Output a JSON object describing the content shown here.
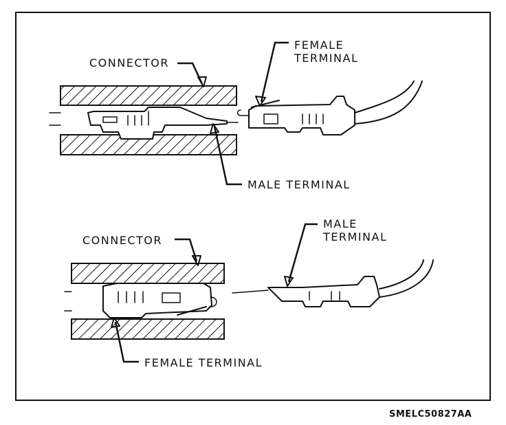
{
  "panel_top": {
    "connector_label": "CONNECTOR",
    "female_label_line1": "FEMALE",
    "female_label_line2": "TERMINAL",
    "male_label": "MALE TERMINAL"
  },
  "panel_bottom": {
    "connector_label": "CONNECTOR",
    "male_label_line1": "MALE",
    "male_label_line2": "TERMINAL",
    "female_label": "FEMALE TERMINAL"
  },
  "figure_code": "SMELC50827AA"
}
